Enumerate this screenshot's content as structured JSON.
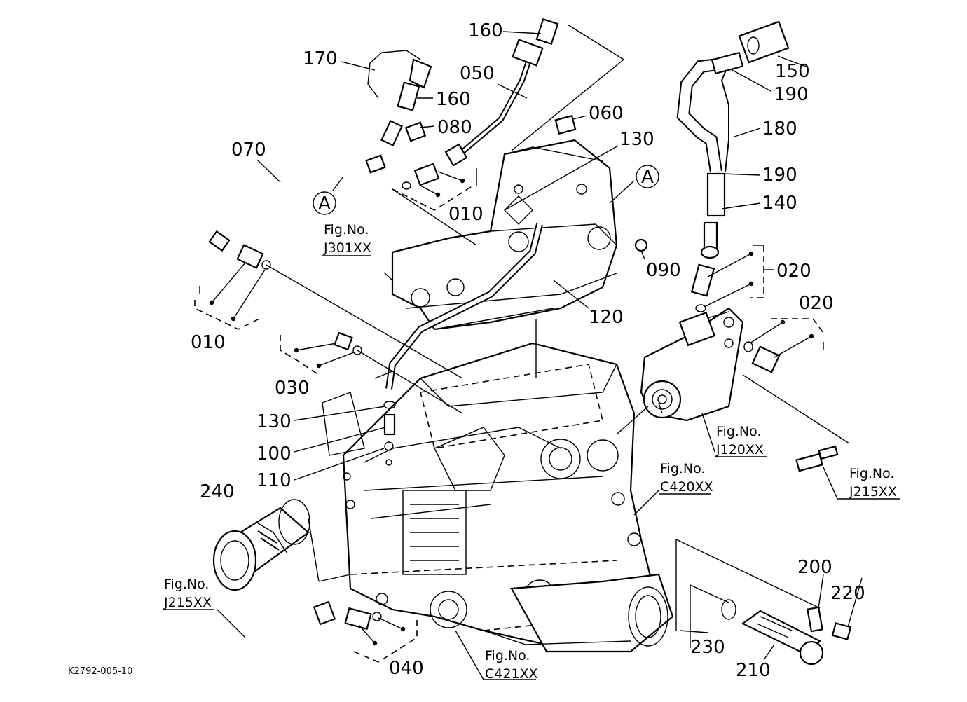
{
  "diagram": {
    "code": "K2792-005-10",
    "callouts": [
      {
        "id": "c170",
        "text": "170"
      },
      {
        "id": "c160a",
        "text": "160"
      },
      {
        "id": "c050",
        "text": "050"
      },
      {
        "id": "c160b",
        "text": "160"
      },
      {
        "id": "c080",
        "text": "080"
      },
      {
        "id": "c070",
        "text": "070"
      },
      {
        "id": "c060",
        "text": "060"
      },
      {
        "id": "c130a",
        "text": "130"
      },
      {
        "id": "c010a",
        "text": "010"
      },
      {
        "id": "c090",
        "text": "090"
      },
      {
        "id": "c120",
        "text": "120"
      },
      {
        "id": "c010b",
        "text": "010"
      },
      {
        "id": "c030",
        "text": "030"
      },
      {
        "id": "c130b",
        "text": "130"
      },
      {
        "id": "c100",
        "text": "100"
      },
      {
        "id": "c110",
        "text": "110"
      },
      {
        "id": "c240",
        "text": "240"
      },
      {
        "id": "c040",
        "text": "040"
      },
      {
        "id": "c150",
        "text": "150"
      },
      {
        "id": "c190a",
        "text": "190"
      },
      {
        "id": "c180",
        "text": "180"
      },
      {
        "id": "c190b",
        "text": "190"
      },
      {
        "id": "c140",
        "text": "140"
      },
      {
        "id": "c020a",
        "text": "020"
      },
      {
        "id": "c020b",
        "text": "020"
      },
      {
        "id": "c200",
        "text": "200"
      },
      {
        "id": "c220",
        "text": "220"
      },
      {
        "id": "c230",
        "text": "230"
      },
      {
        "id": "c210",
        "text": "210"
      }
    ],
    "markers": {
      "a1": "A",
      "a2": "A"
    },
    "fig_refs": [
      {
        "id": "fJ301",
        "label": "Fig.No.",
        "code": "J301XX"
      },
      {
        "id": "fJ120",
        "label": "Fig.No.",
        "code": "J120XX"
      },
      {
        "id": "fC420",
        "label": "Fig.No.",
        "code": "C420XX"
      },
      {
        "id": "fJ215a",
        "label": "Fig.No.",
        "code": "J215XX"
      },
      {
        "id": "fJ215b",
        "label": "Fig.No.",
        "code": "J215XX"
      },
      {
        "id": "fC421",
        "label": "Fig.No.",
        "code": "C421XX"
      }
    ]
  }
}
